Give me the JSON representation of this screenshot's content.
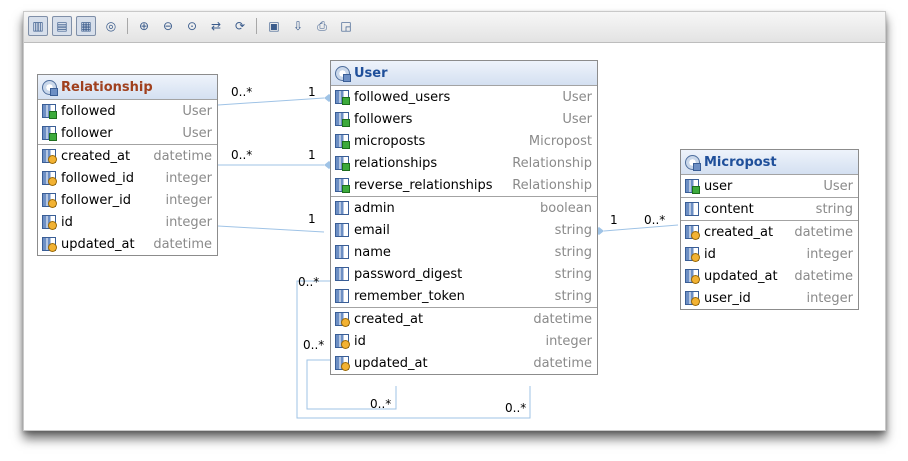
{
  "toolbar": {
    "buttons": [
      {
        "name": "layout-diagram-icon",
        "glyph": "▥"
      },
      {
        "name": "columns-icon",
        "glyph": "▤"
      },
      {
        "name": "attributes-icon",
        "glyph": "▦"
      },
      {
        "name": "target-icon",
        "glyph": "◎"
      },
      {
        "name": "zoom-in-icon",
        "glyph": "⊕"
      },
      {
        "name": "zoom-out-icon",
        "glyph": "⊖"
      },
      {
        "name": "zoom-fit-icon",
        "glyph": "⊙"
      },
      {
        "name": "arrange-icon",
        "glyph": "⇄"
      },
      {
        "name": "refresh-icon",
        "glyph": "⟳"
      },
      {
        "name": "save-icon",
        "glyph": "▣"
      },
      {
        "name": "export-icon",
        "glyph": "⇩"
      },
      {
        "name": "print-icon",
        "glyph": "⎙"
      },
      {
        "name": "preview-icon",
        "glyph": "◲"
      }
    ]
  },
  "entities": {
    "relationship": {
      "title": "Relationship",
      "title_color": "#a0401e",
      "relations": [
        {
          "name": "followed",
          "type": "User"
        },
        {
          "name": "follower",
          "type": "User"
        }
      ],
      "system": [
        {
          "name": "created_at",
          "type": "datetime"
        },
        {
          "name": "followed_id",
          "type": "integer"
        },
        {
          "name": "follower_id",
          "type": "integer"
        },
        {
          "name": "id",
          "type": "integer"
        },
        {
          "name": "updated_at",
          "type": "datetime"
        }
      ]
    },
    "user": {
      "title": "User",
      "title_color": "#1f4f9a",
      "relations": [
        {
          "name": "followed_users",
          "type": "User"
        },
        {
          "name": "followers",
          "type": "User"
        },
        {
          "name": "microposts",
          "type": "Micropost"
        },
        {
          "name": "relationships",
          "type": "Relationship"
        },
        {
          "name": "reverse_relationships",
          "type": "Relationship"
        }
      ],
      "attributes": [
        {
          "name": "admin",
          "type": "boolean"
        },
        {
          "name": "email",
          "type": "string"
        },
        {
          "name": "name",
          "type": "string"
        },
        {
          "name": "password_digest",
          "type": "string"
        },
        {
          "name": "remember_token",
          "type": "string"
        }
      ],
      "system": [
        {
          "name": "created_at",
          "type": "datetime"
        },
        {
          "name": "id",
          "type": "integer"
        },
        {
          "name": "updated_at",
          "type": "datetime"
        }
      ]
    },
    "micropost": {
      "title": "Micropost",
      "title_color": "#1f4f9a",
      "relations": [
        {
          "name": "user",
          "type": "User"
        }
      ],
      "attributes": [
        {
          "name": "content",
          "type": "string"
        }
      ],
      "system": [
        {
          "name": "created_at",
          "type": "datetime"
        },
        {
          "name": "id",
          "type": "integer"
        },
        {
          "name": "updated_at",
          "type": "datetime"
        },
        {
          "name": "user_id",
          "type": "integer"
        }
      ]
    }
  },
  "multiplicities": {
    "rel_followed_many": "0..*",
    "rel_followed_one": "1",
    "rel_follower_many": "0..*",
    "rel_follower_one": "1",
    "rel_id_one": "1",
    "micropost_one": "1",
    "micropost_many": "0..*",
    "self_a": "0..*",
    "self_b": "0..*",
    "self_c": "0..*",
    "self_d": "0..*"
  },
  "colors": {
    "link": "#9fc3e6",
    "header_top": "#eef3fb",
    "header_bottom": "#d4e0f1"
  }
}
